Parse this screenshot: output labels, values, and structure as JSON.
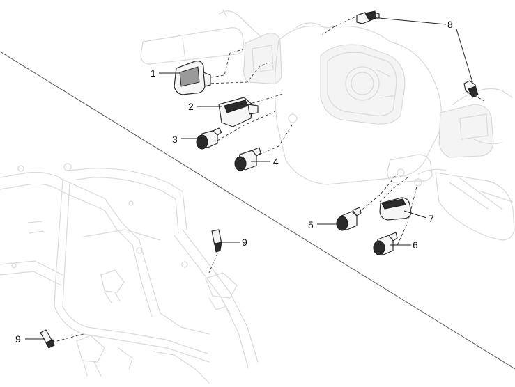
{
  "callouts": {
    "c1": "1",
    "c2": "2",
    "c3": "3",
    "c4": "4",
    "c5": "5",
    "c6": "6",
    "c7": "7",
    "c8": "8",
    "c9a": "9",
    "c9b": "9"
  },
  "colors": {
    "ghost_outline": "#d9d9d9",
    "part_outline": "#2b2b2b",
    "leader": "#222222"
  }
}
